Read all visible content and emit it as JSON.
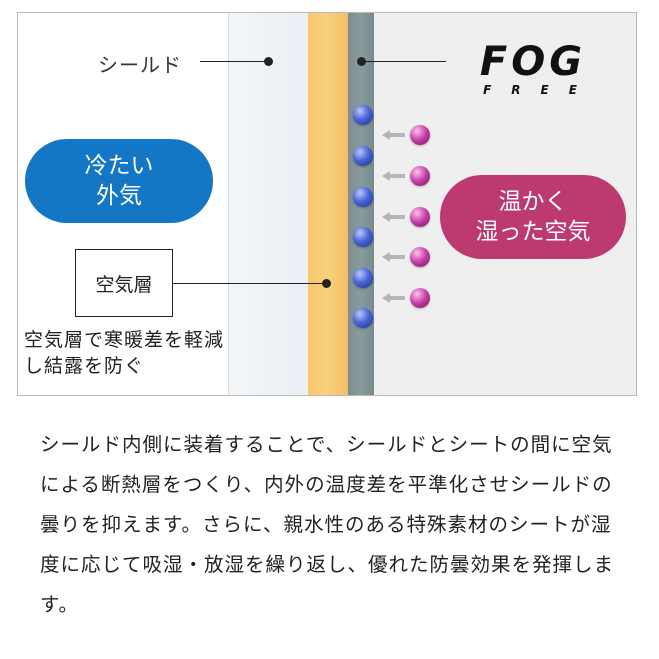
{
  "diagram": {
    "shield_label": "シールド",
    "cold_air_label": "冷たい\n外気",
    "warm_air_label": "温かく\n湿った空気",
    "air_layer_label": "空気層",
    "air_layer_note": "空気層で寒暖差を軽減し結露を防ぐ",
    "brand": {
      "main": "FOG",
      "sub": "FREE"
    },
    "colors": {
      "cold_pill": "#1477c6",
      "warm_pill": "#bd3a70",
      "air_gap": "#f6c76a",
      "sheet": "#7d8e91",
      "shield": "#eef2f6"
    },
    "blue_molecule_count": 6,
    "pink_molecule_count": 5
  },
  "description": "シールド内側に装着することで、シールドとシートの間に空気による断熱層をつくり、内外の温度差を平準化させシールドの曇りを抑えます。さらに、親水性のある特殊素材のシートが湿度に応じて吸湿・放湿を繰り返し、優れた防曇効果を発揮します。"
}
